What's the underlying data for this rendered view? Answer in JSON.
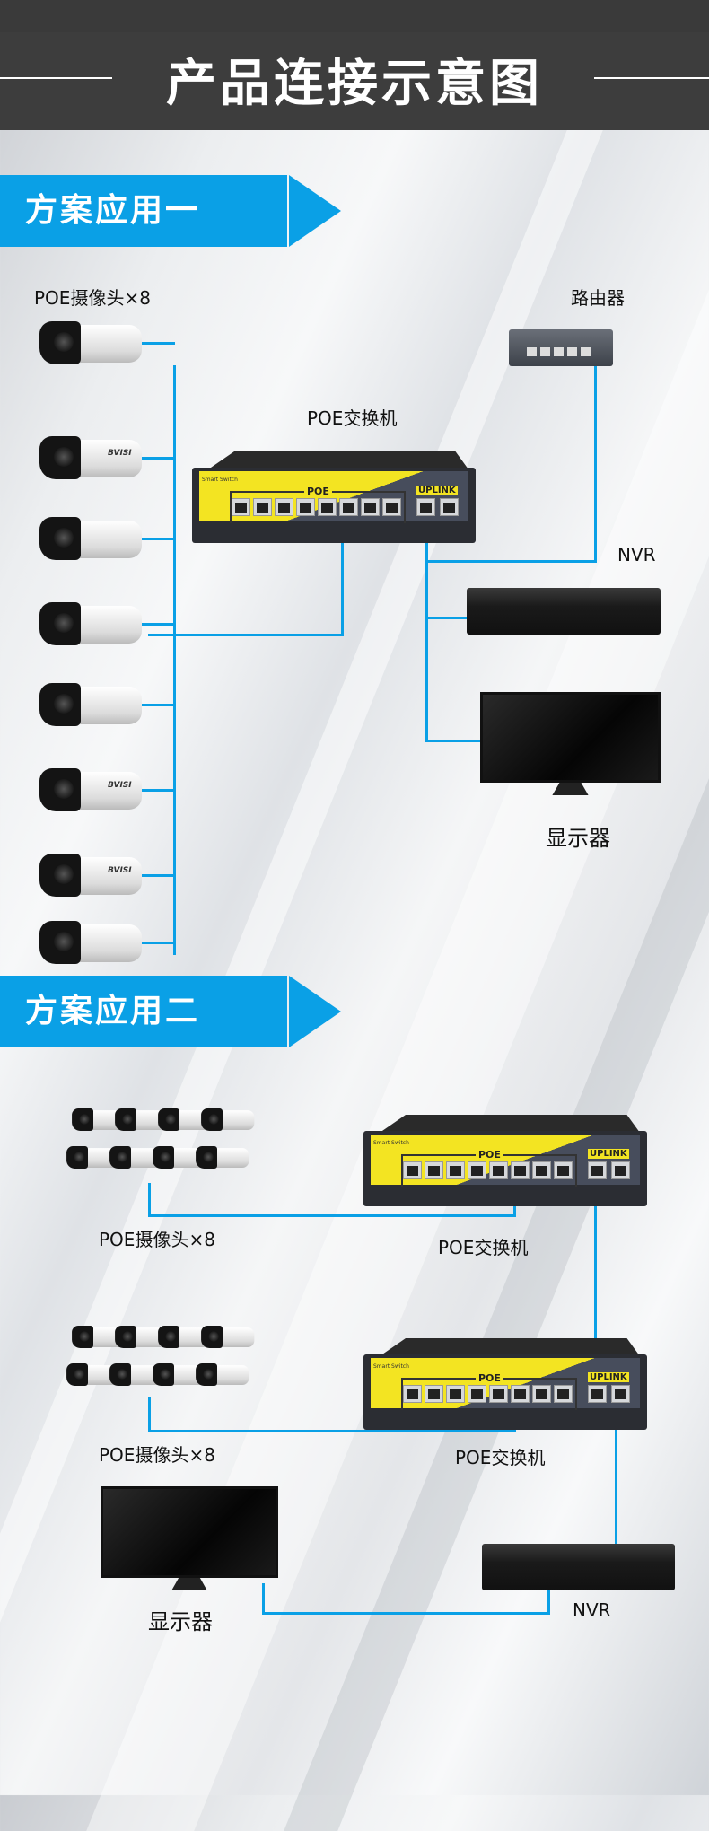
{
  "header": {
    "title": "产品连接示意图"
  },
  "section1": {
    "banner": "方案应用一",
    "cameras_label": "POE摄像头×8",
    "router_label": "路由器",
    "switch_label": "POE交换机",
    "nvr_label": "NVR",
    "monitor_label": "显示器",
    "switch_poe": "POE",
    "switch_uplink": "UPLINK",
    "switch_brand": "Smart Switch",
    "camera_brand": "BVISI"
  },
  "section2": {
    "banner": "方案应用二",
    "cameras_label_1": "POE摄像头×8",
    "switch_label_1": "POE交换机",
    "cameras_label_2": "POE摄像头×8",
    "switch_label_2": "POE交换机",
    "monitor_label": "显示器",
    "nvr_label": "NVR"
  },
  "colors": {
    "accent": "#0aa0e6",
    "header_bg": "#3d3d3d",
    "switch_yellow": "#f3e422"
  }
}
